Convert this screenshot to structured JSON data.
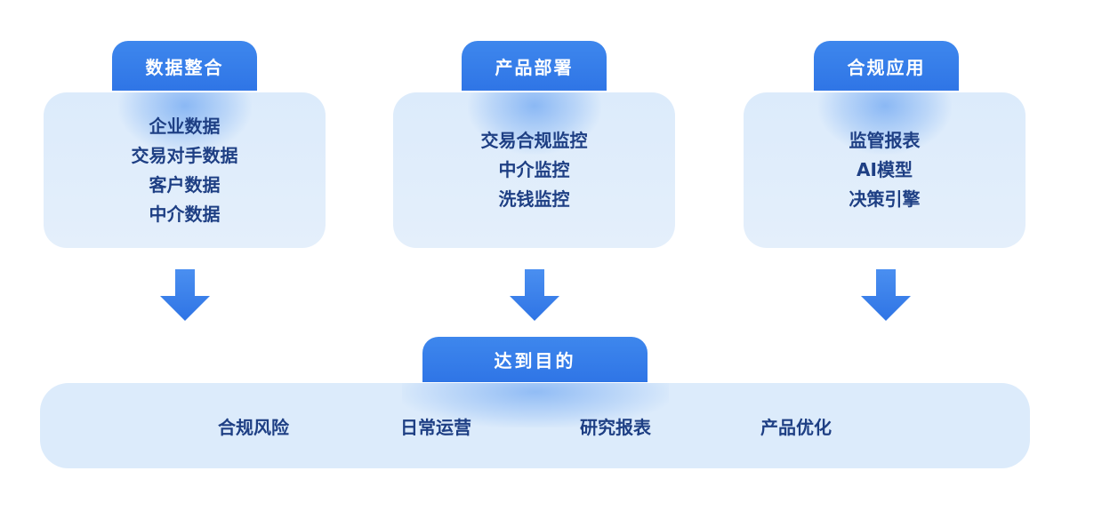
{
  "columns": [
    {
      "title": "数据整合",
      "items": [
        "企业数据",
        "交易对手数据",
        "客户数据",
        "中介数据"
      ]
    },
    {
      "title": "产品部署",
      "items": [
        "交易合规监控",
        "中介监控",
        "洗钱监控"
      ]
    },
    {
      "title": "合规应用",
      "items": [
        "监管报表",
        "AI模型",
        "决策引擎"
      ]
    }
  ],
  "goal": {
    "title": "达到目的",
    "items": [
      "合规风险",
      "日常运营",
      "研究报表",
      "产品优化"
    ]
  },
  "colors": {
    "accent": "#2f75e6",
    "card_bg": "#dcebfb",
    "text": "#1e3f84",
    "arrow": "#3a80ea"
  },
  "icons": {
    "arrow": "down-arrow-icon"
  }
}
